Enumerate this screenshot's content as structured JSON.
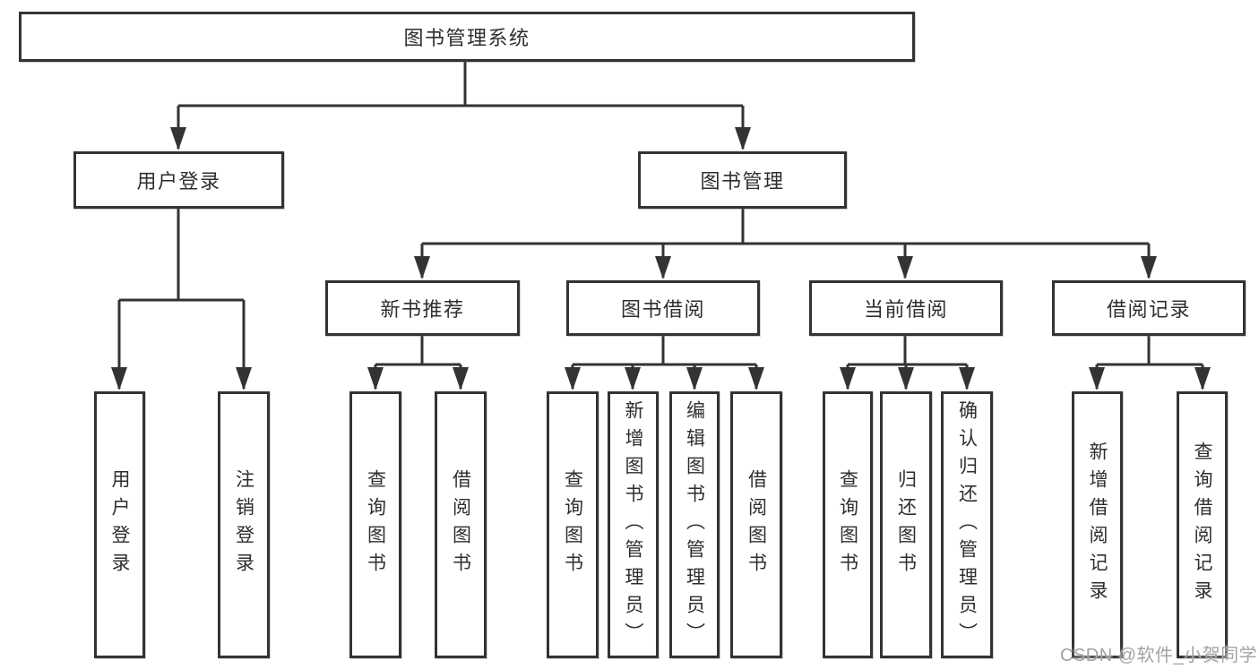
{
  "tree": {
    "root": {
      "label": "图书管理系统",
      "children": [
        {
          "label": "用户登录",
          "children": [
            {
              "label": "用户登录"
            },
            {
              "label": "注销登录"
            }
          ]
        },
        {
          "label": "图书管理",
          "children": [
            {
              "label": "新书推荐",
              "children": [
                {
                  "label": "查询图书"
                },
                {
                  "label": "借阅图书"
                }
              ]
            },
            {
              "label": "图书借阅",
              "children": [
                {
                  "label": "查询图书"
                },
                {
                  "label": "新增图书（管理员）"
                },
                {
                  "label": "编辑图书（管理员）"
                },
                {
                  "label": "借阅图书"
                }
              ]
            },
            {
              "label": "当前借阅",
              "children": [
                {
                  "label": "查询图书"
                },
                {
                  "label": "归还图书"
                },
                {
                  "label": "确认归还（管理员）"
                }
              ]
            },
            {
              "label": "借阅记录",
              "children": [
                {
                  "label": "新增借阅记录"
                },
                {
                  "label": "查询借阅记录"
                }
              ]
            }
          ]
        }
      ]
    }
  },
  "watermark": "CSDN @软件_小贺同学",
  "colors": {
    "line": "#333333",
    "text": "#2e2e2e",
    "box_background": "#ffffff",
    "watermark": "#a3a3a3"
  }
}
